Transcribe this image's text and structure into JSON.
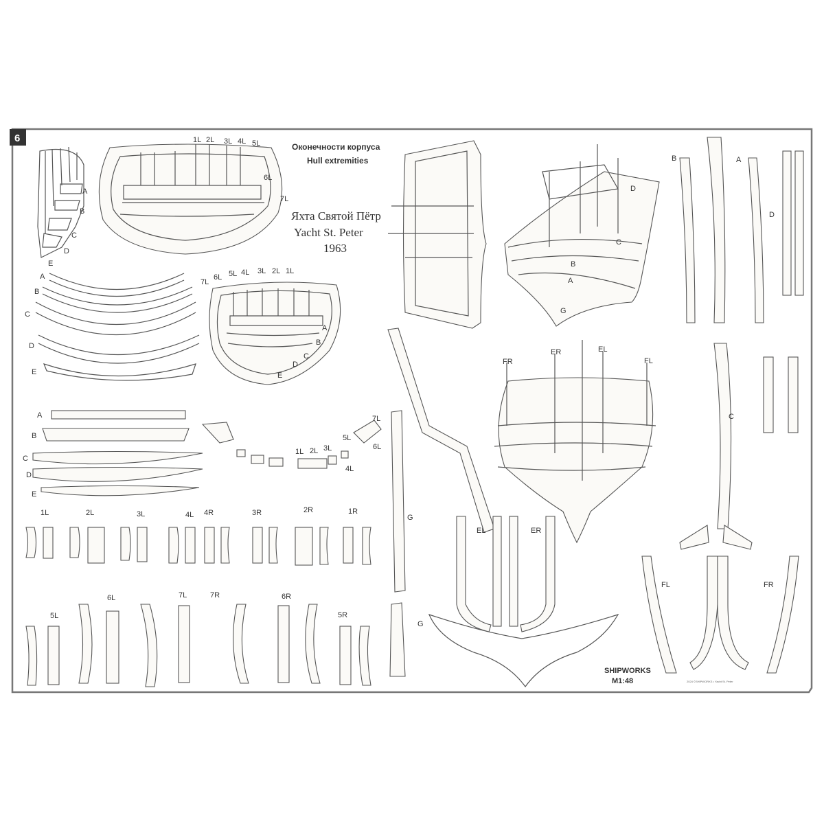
{
  "sheet_number": "6",
  "title_ru": "Оконечности корпуса",
  "title_en": "Hull extremities",
  "ship_ru": "Яхта Святой Пётр",
  "ship_en": "Yacht St. Peter",
  "year": "1963",
  "logo": "SHIPWORKS",
  "scale": "M1:48",
  "copyright": "2024 ©SHIPWORKS • Yacht St. Peter",
  "labels": {
    "tl": [
      "A",
      "B",
      "C",
      "D",
      "E"
    ],
    "top_sec": [
      "1L",
      "2L",
      "3L",
      "4L",
      "5L",
      "6L",
      "7L"
    ],
    "arcs": [
      "A",
      "B",
      "C",
      "D",
      "E"
    ],
    "sec2_frames": [
      "7L",
      "6L",
      "5L",
      "4L",
      "3L",
      "2L",
      "1L"
    ],
    "sec2_parts": [
      "A",
      "B",
      "C",
      "D",
      "E"
    ],
    "strips": [
      "A",
      "B",
      "C",
      "D",
      "E"
    ],
    "small_arc": [
      "1L",
      "2L",
      "3L",
      "4L",
      "5L",
      "6L",
      "7L"
    ],
    "row1": [
      "1L",
      "2L",
      "3L",
      "4L",
      "4R",
      "3R",
      "2R",
      "1R"
    ],
    "row2": [
      "5L",
      "6L",
      "7L",
      "7R",
      "6R",
      "5R"
    ],
    "stern": [
      "FR",
      "ER",
      "EL",
      "FL"
    ],
    "misc": [
      "G",
      "EL",
      "ER",
      "G"
    ],
    "bow": [
      "D",
      "C",
      "B",
      "A",
      "G"
    ],
    "right": [
      "B",
      "A",
      "D",
      "C",
      "FL",
      "FR"
    ]
  }
}
